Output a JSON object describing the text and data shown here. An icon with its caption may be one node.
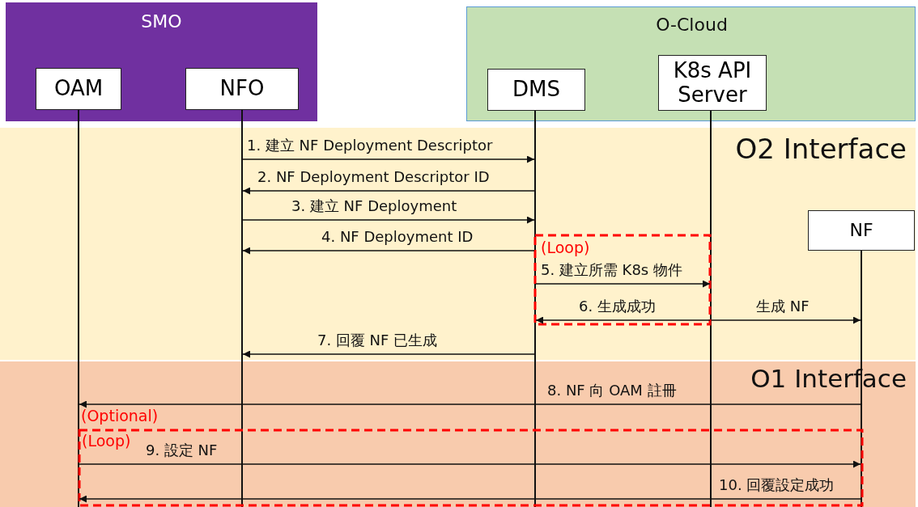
{
  "diagram": {
    "nodes": [
      {
        "text": [
          "SMO"
        ]
      },
      {
        "text": [
          "OAM"
        ],
        "in": 0
      },
      {
        "text": [
          "NFO"
        ],
        "in": 0
      },
      {
        "text": [
          "O-Cloud"
        ]
      },
      {
        "text": [
          "DMS"
        ],
        "in": 3
      },
      {
        "text": [
          "K8s API Server"
        ],
        "in": 3
      },
      {
        "text": [
          "NF"
        ]
      },
      {
        "text": [],
        "shape": "bar"
      },
      {
        "text": [],
        "shape": "bar"
      },
      {
        "text": [],
        "shape": "bar"
      },
      {
        "text": [],
        "shape": "bar"
      },
      {
        "text": [],
        "shape": "bar"
      }
    ],
    "edges": [
      {
        "from": 8,
        "to": 9,
        "arrow": "to",
        "label": "1. 建立 NF Deployment Descriptor"
      },
      {
        "from": 9,
        "to": 8,
        "arrow": "to",
        "label": "2. NF Deployment Descriptor ID"
      },
      {
        "from": 8,
        "to": 9,
        "arrow": "to",
        "label": "3. 建立 NF Deployment"
      },
      {
        "from": 9,
        "to": 8,
        "arrow": "to",
        "label": "4. NF Deployment ID"
      },
      {
        "from": 9,
        "to": 10,
        "arrow": "to",
        "label": "5. 建立所需 K8s 物件"
      },
      {
        "from": 10,
        "to": 9,
        "arrow": "to",
        "label": "6. 生成成功"
      },
      {
        "from": 10,
        "to": 11,
        "arrow": "to",
        "label": "生成 NF"
      },
      {
        "from": 9,
        "to": 8,
        "arrow": "to",
        "label": "7. 回覆 NF 已生成"
      },
      {
        "from": 11,
        "to": 7,
        "arrow": "to",
        "label": "8. NF 向 OAM 註冊"
      },
      {
        "from": 7,
        "to": 11,
        "arrow": "to",
        "label": "9. 設定 NF"
      },
      {
        "from": 11,
        "to": 7,
        "arrow": "to",
        "label": "10. 回覆設定成功"
      }
    ],
    "labels": [
      "O2 Interface",
      "(Loop)",
      "O1 Interface",
      "(Optional)",
      "(Loop)"
    ]
  }
}
